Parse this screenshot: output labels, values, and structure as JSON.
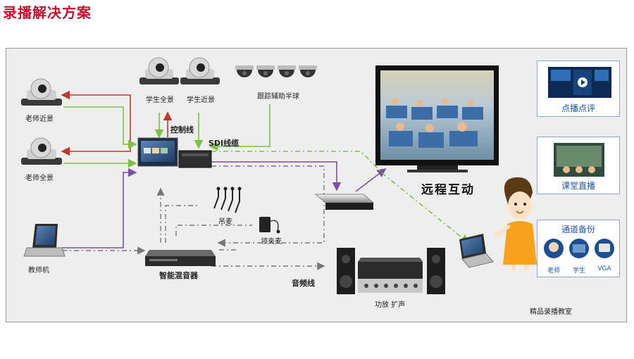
{
  "title": "录播解决方案",
  "labels": {
    "teacher_close": "老师近景",
    "teacher_wide": "老师全景",
    "teacher_pc": "教师机",
    "student_wide": "学生全景",
    "student_close": "学生近景",
    "tracking_dome": "跟踪辅助半球",
    "control_line": "控制线",
    "sdi_cable": "SDI线缆",
    "hanging_mic": "吊麦",
    "lavalier_mic": "领夹麦",
    "smart_mixer": "智能混音器",
    "audio_line": "音频线",
    "amplifier": "功放 扩声",
    "remote_interaction": "远程互动",
    "classroom": "精品录播教室"
  },
  "cards": {
    "vod": "点播点评",
    "live": "课堂直播",
    "backup": "通道备份",
    "backup_items": [
      "老师",
      "学生",
      "VGA"
    ]
  }
}
